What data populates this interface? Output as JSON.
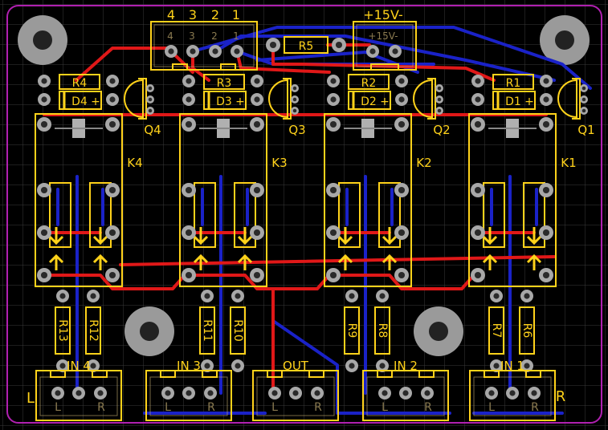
{
  "colors": {
    "background": "#000000",
    "grid": "#3a3a3a",
    "outline": "#b020b0",
    "silkscreen": "#ffd21a",
    "top_copper": "#e01818",
    "bottom_copper": "#1a22c8",
    "pad": "#a8a8a8",
    "hole": "#2a2a2a",
    "mount": "#9a9a9a"
  },
  "connectors": {
    "control": {
      "pins": [
        "4",
        "3",
        "2",
        "1"
      ],
      "inner_pins": [
        "4",
        "3",
        "2",
        "1"
      ]
    },
    "power": {
      "label": "+15V-",
      "inner_label": "+15V-"
    }
  },
  "resistors": {
    "r1": "R1",
    "r2": "R2",
    "r3": "R3",
    "r4": "R4",
    "r5": "R5",
    "r6": "R6",
    "r7": "R7",
    "r8": "R8",
    "r9": "R9",
    "r10": "R10",
    "r11": "R11",
    "r12": "R12",
    "r13": "R13"
  },
  "diodes": {
    "d1": "D1",
    "d2": "D2",
    "d3": "D3",
    "d4": "D4",
    "plus": "+"
  },
  "transistors": {
    "q1": "Q1",
    "q2": "Q2",
    "q3": "Q3",
    "q4": "Q4"
  },
  "relays": {
    "k1": "K1",
    "k2": "K2",
    "k3": "K3",
    "k4": "K4"
  },
  "audio": {
    "in1": "IN 1",
    "in2": "IN 2",
    "in3": "IN 3",
    "in4": "IN 4",
    "out": "OUT",
    "left": "L",
    "right": "R",
    "side_left": "L",
    "side_right": "R"
  }
}
